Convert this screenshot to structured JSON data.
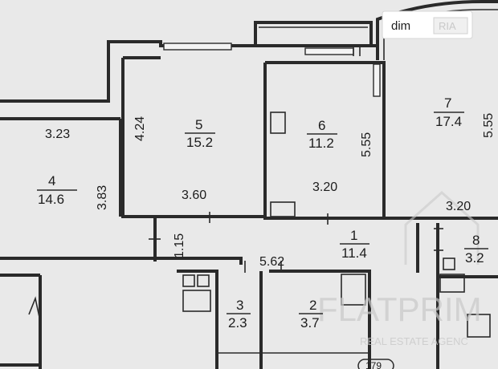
{
  "logo": {
    "text_main": "dim",
    "text_badge": "RIA"
  },
  "watermark": {
    "brand": "FLATPRIM",
    "tagline": "REAL ESTATE AGENC"
  },
  "rooms": [
    {
      "number": "1",
      "area": "11.4"
    },
    {
      "number": "2",
      "area": "3.7"
    },
    {
      "number": "3",
      "area": "2.3"
    },
    {
      "number": "4",
      "area": "14.6"
    },
    {
      "number": "5",
      "area": "15.2"
    },
    {
      "number": "6",
      "area": "11.2"
    },
    {
      "number": "7",
      "area": "17.4"
    },
    {
      "number": "8",
      "area": "3.2"
    }
  ],
  "dimensions": {
    "room4_width": "3.23",
    "room4_depth": "3.83",
    "room5_depth": "4.24",
    "room5_width": "3.60",
    "room6_depth": "5.55",
    "room6_width": "3.20",
    "room7_depth": "5.55",
    "room7_width": "3.20",
    "corridor_depth": "1.15",
    "corridor_length": "5.62"
  },
  "footer_partial": "179"
}
